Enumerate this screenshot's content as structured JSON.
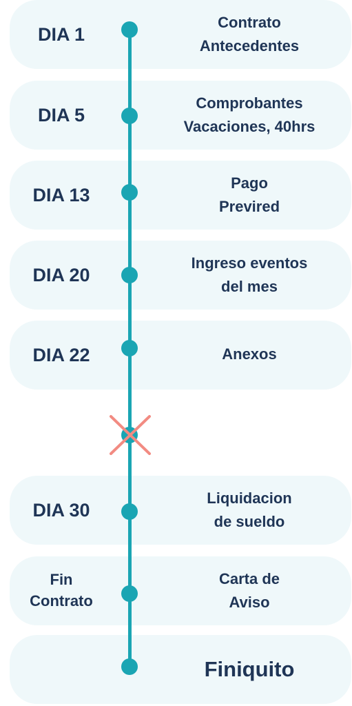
{
  "colors": {
    "card_bg": "#eff8fa",
    "timeline": "#1aa5b3",
    "text": "#1f3556",
    "cross": "#f28b82"
  },
  "rows": [
    {
      "day": "DIA 1",
      "task": "Contrato\nAntecedentes"
    },
    {
      "day": "DIA 5",
      "task": "Comprobantes\nVacaciones, 40hrs"
    },
    {
      "day": "DIA 13",
      "task": "Pago\nPrevired"
    },
    {
      "day": "DIA 20",
      "task": "Ingreso eventos\ndel mes"
    },
    {
      "day": "DIA 22",
      "task": "Anexos"
    },
    {
      "day": "DIA 30",
      "task": "Liquidacion\nde sueldo"
    },
    {
      "day": "Fin\nContrato",
      "task": "Carta de\nAviso"
    },
    {
      "day": "",
      "task": "Finiquito"
    }
  ],
  "cross_icon": "x-mark-icon"
}
